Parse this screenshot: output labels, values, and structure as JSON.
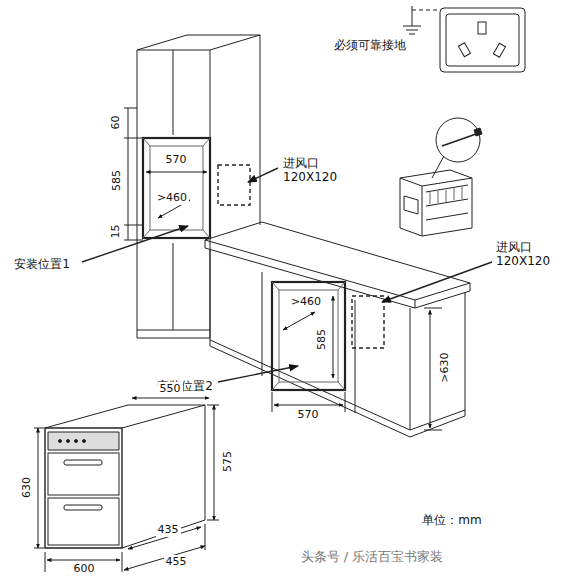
{
  "diagram": {
    "labels": [
      "必须可靠接地",
      "60",
      "585",
      "15",
      "570",
      ">460",
      "进风口 120X120",
      "安装位置1",
      "进风口 120X120",
      ">460",
      "585",
      "570",
      ">630",
      "安装位置2",
      "550",
      "630",
      "575",
      "600",
      "435",
      "455",
      "单位：mm",
      "头条号 / 乐活百宝书家装"
    ]
  }
}
